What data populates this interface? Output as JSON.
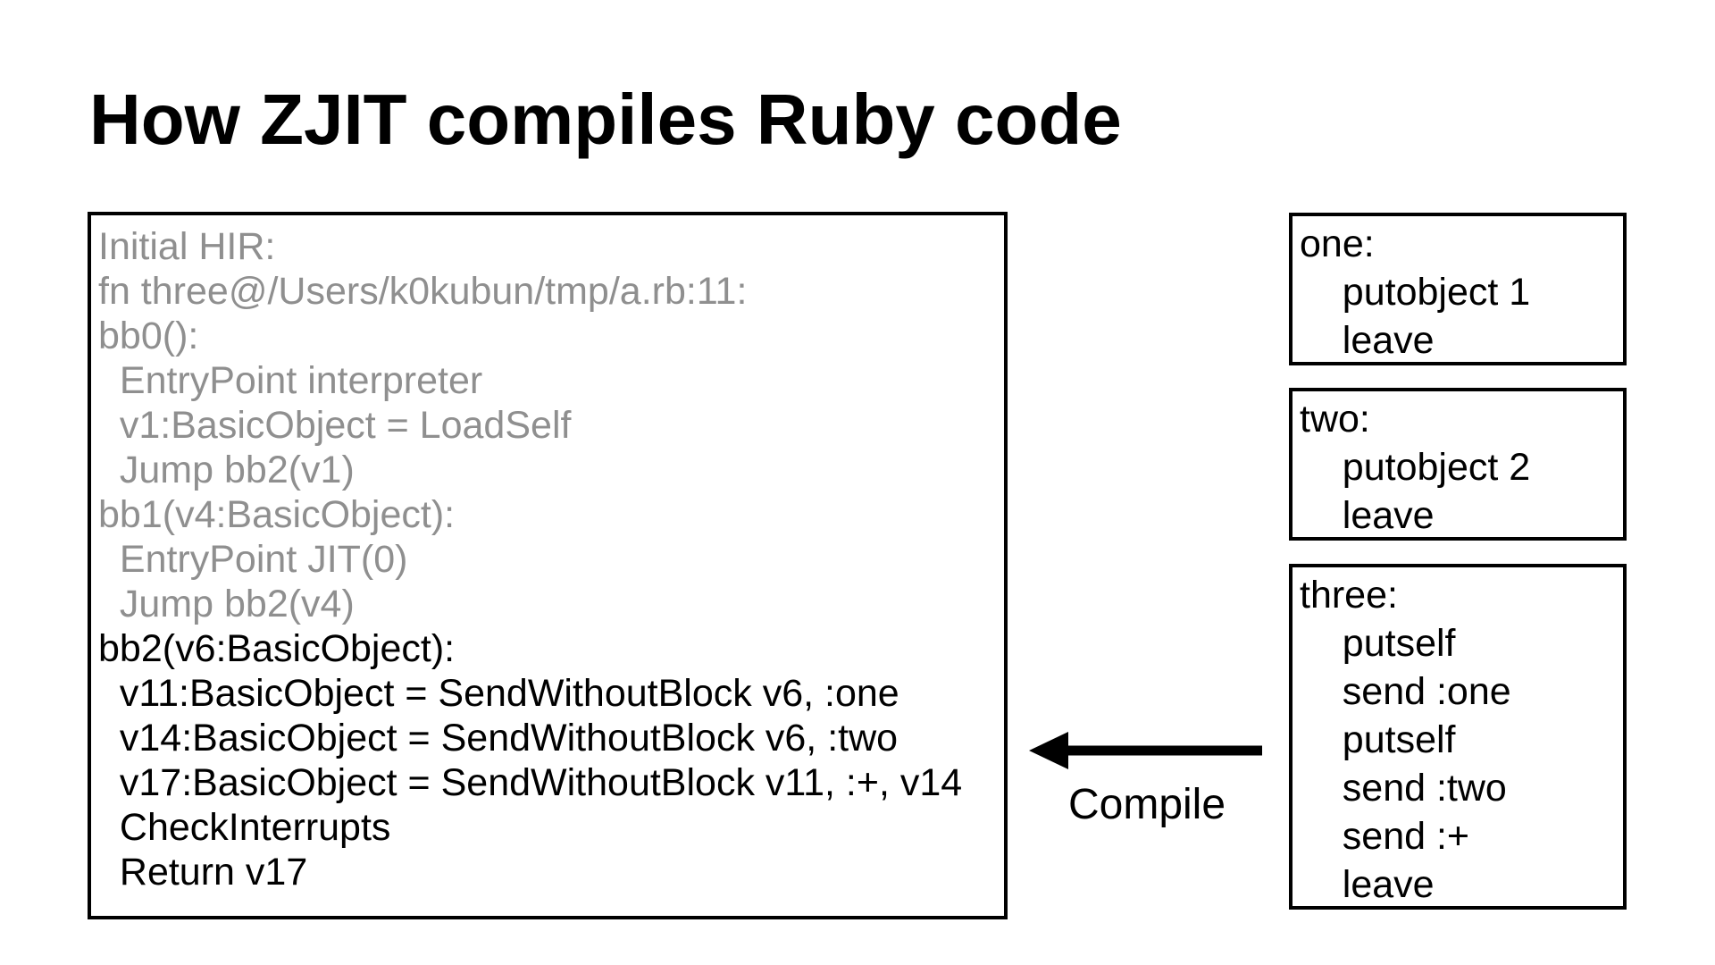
{
  "title": "How ZJIT compiles Ruby code",
  "hir_box": {
    "gray_lines": [
      "Initial HIR:",
      "fn three@/Users/k0kubun/tmp/a.rb:11:",
      "bb0():",
      "  EntryPoint interpreter",
      "  v1:BasicObject = LoadSelf",
      "  Jump bb2(v1)",
      "bb1(v4:BasicObject):",
      "  EntryPoint JIT(0)",
      "  Jump bb2(v4)"
    ],
    "black_lines": [
      "bb2(v6:BasicObject):",
      "  v11:BasicObject = SendWithoutBlock v6, :one",
      "  v14:BasicObject = SendWithoutBlock v6, :two",
      "  v17:BasicObject = SendWithoutBlock v11, :+, v14",
      "  CheckInterrupts",
      "  Return v17"
    ]
  },
  "bytecode_boxes": [
    {
      "label": "one:",
      "lines": [
        "    putobject 1",
        "    leave"
      ]
    },
    {
      "label": "two:",
      "lines": [
        "    putobject 2",
        "    leave"
      ]
    },
    {
      "label": "three:",
      "lines": [
        "    putself",
        "    send :one",
        "    putself",
        "    send :two",
        "    send :+",
        "    leave"
      ]
    }
  ],
  "compile_arrow": {
    "label": "Compile",
    "direction": "left"
  },
  "colors": {
    "gray_text": "#8f8f8f",
    "black_text": "#000000",
    "border": "#000000",
    "background": "#ffffff"
  }
}
